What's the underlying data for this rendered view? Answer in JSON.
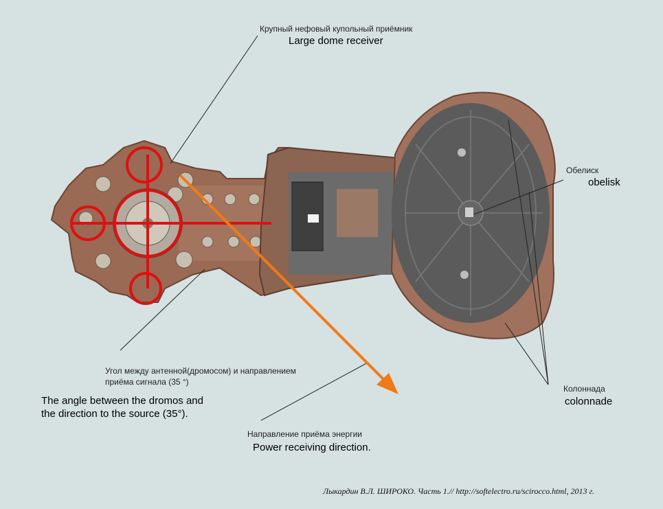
{
  "labels": {
    "dome_ru": "Крупный нефовый купольный приёмник",
    "dome_en": "Large dome receiver",
    "obelisk_ru": "Обелиск",
    "obelisk_en": "obelisk",
    "angle_ru_1": "Угол между антенной(дромосом) и направлением",
    "angle_ru_2": "приёма сигнала (35 °)",
    "angle_en_1": "The angle between the dromos and",
    "angle_en_2": "the direction to the source (35°).",
    "colonnade_ru": "Колоннада",
    "colonnade_en": "colonnade",
    "direction_ru": "Направление приёма энергии",
    "direction_en": "Power receiving direction."
  },
  "credit": "Лыкардин В.Л. ШИРОКО. Часть 1.//  http://softelectro.ru/scirocco.html, 2013 г.",
  "colors": {
    "background": "#d6e1e2",
    "cross_overlay": "#e01010",
    "arrow": "#f07a18",
    "square_floor": "#5b5b5b",
    "roof": "#9a6a54"
  }
}
